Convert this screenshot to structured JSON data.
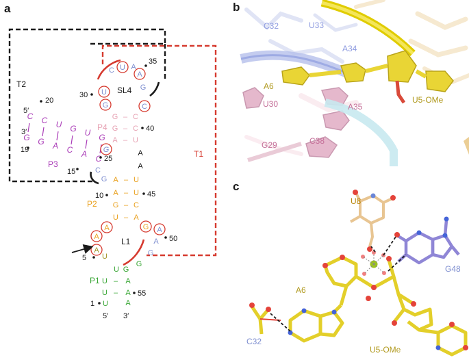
{
  "panels": {
    "a": "a",
    "b": "b",
    "c": "c"
  },
  "colors": {
    "black": "#1a1a1a",
    "red": "#d63a2f",
    "pink": "#e7a3b4",
    "blue": "#7f8fd0",
    "magenta": "#a93ab7",
    "orange": "#e9a01c",
    "green": "#36a532",
    "olive": "#a2952a",
    "yellow": "#e4d23a"
  },
  "diagram_a": {
    "tertiary_labels": {
      "t2": "T2",
      "t1": "T1"
    },
    "helix_labels": {
      "sl4": "SL4",
      "p4": "P4",
      "p3": "P3",
      "p2": "P2",
      "p1": "P1",
      "l1": "L1"
    },
    "numbers": {
      "n35": "35",
      "n30": "30",
      "n40": "40",
      "n20": "20",
      "n19": "19",
      "n25": "25",
      "n15": "15",
      "n10": "10",
      "n45": "45",
      "n50": "50",
      "n5": "5",
      "n55": "55",
      "n1": "1"
    },
    "primes": {
      "p3_5": "5′",
      "p3_3": "3′",
      "end5": "5′",
      "end3": "3′"
    },
    "sl4_loop": [
      "C",
      "U",
      "A",
      "A",
      "G",
      "C"
    ],
    "sl4_side": [
      "U",
      "G"
    ],
    "p4_pairs": [
      [
        "G",
        "C"
      ],
      [
        "G",
        "C"
      ],
      [
        "A",
        "U"
      ]
    ],
    "p4_dash": "–",
    "p3_top": [
      "C",
      "C",
      "U",
      "G",
      "U",
      "G"
    ],
    "p3_bottom": [
      "G",
      "G",
      "A",
      "C",
      "A",
      "C"
    ],
    "j_aa": [
      "A",
      "A"
    ],
    "j_cg": [
      "C",
      "G"
    ],
    "p2_pairs": [
      [
        "A",
        "U"
      ],
      [
        "A",
        "U"
      ],
      [
        "G",
        "C"
      ],
      [
        "U",
        "A"
      ]
    ],
    "l1_left": [
      "A",
      "A",
      "A"
    ],
    "l1_right": [
      "G",
      "A",
      "A",
      "G"
    ],
    "l1_u": "U",
    "p1_left": [
      "U",
      "U",
      "U"
    ],
    "p1_right": [
      "G",
      "A",
      "A",
      "A"
    ]
  },
  "structure_b": {
    "labels": {
      "c32": "C32",
      "u33": "U33",
      "a34": "A34",
      "a6": "A6",
      "u30": "U30",
      "a35": "A35",
      "u5": "U5-OMe",
      "g29": "G29",
      "c38": "C38"
    }
  },
  "structure_c": {
    "labels": {
      "u8": "U8",
      "g48": "G48",
      "a6": "A6",
      "c32": "C32",
      "u5": "U5-OMe"
    }
  }
}
